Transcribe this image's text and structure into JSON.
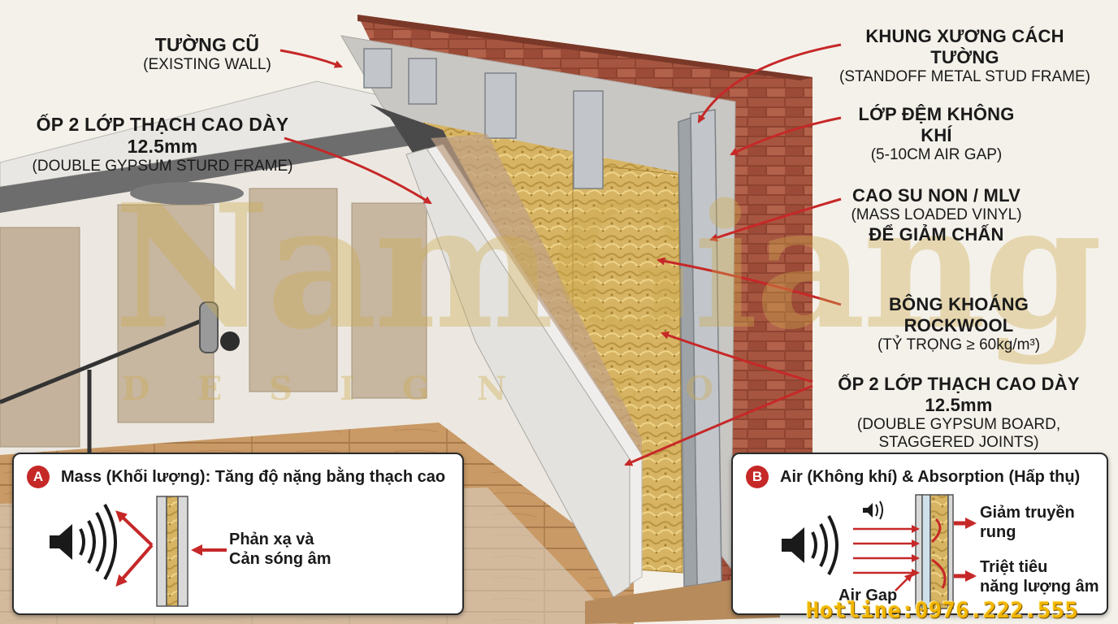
{
  "labels": {
    "existing_wall": {
      "title": "TƯỜNG CŨ",
      "sub": "(EXISTING WALL)"
    },
    "ceiling": {
      "title": "ỐP 2 LỚP THẠCH CAO DÀY 12.5mm",
      "sub": "(DOUBLE GYPSUM STURD FRAME)"
    },
    "stud_frame": {
      "title": "KHUNG XƯƠNG CÁCH TƯỜNG",
      "sub": "(STANDOFF METAL STUD FRAME)"
    },
    "air_gap": {
      "title": "LỚP ĐỆM KHÔNG KHÍ",
      "sub": "(5-10CM AIR GAP)"
    },
    "mlv": {
      "title": "CAO SU NON  / MLV",
      "sub": "(MASS LOADED VINYL)",
      "sub2": "ĐỂ GIẢM CHẤN"
    },
    "rockwool": {
      "title": "BÔNG KHOÁNG ROCKWOOL",
      "sub": "(TỶ TRỌNG ≥ 60kg/m³)"
    },
    "gypsum": {
      "title": "ỐP 2 LỚP THẠCH CAO DÀY 12.5mm",
      "sub": "(DOUBLE GYPSUM BOARD,",
      "sub2": "STAGGERED JOINTS)"
    }
  },
  "panel_a": {
    "badge": "A",
    "title": "Mass (Khối lượng):  Tăng độ nặng bằng thạch cao",
    "text_line1": "Phản xạ và",
    "text_line2": "Cản sóng âm"
  },
  "panel_b": {
    "badge": "B",
    "title": "Air (Không khí) & Absorption (Hấp thụ)",
    "text1_line1": "Giảm truyền",
    "text1_line2": "rung",
    "text2_line1": "Triệt tiêu",
    "text2_line2": "năng lượng âm",
    "air_gap_label": "Air Gap"
  },
  "watermark": {
    "main": "NamGiang",
    "sub": "DESIGN CO"
  },
  "hotline": "Hotline:0976.222.555",
  "colors": {
    "arrow": "#c62828",
    "brick": "#9a4a35",
    "rockwool": "#d8b765",
    "gypsum": "#e4e2de",
    "badge": "#c62828",
    "hotline": "#f2b600"
  }
}
